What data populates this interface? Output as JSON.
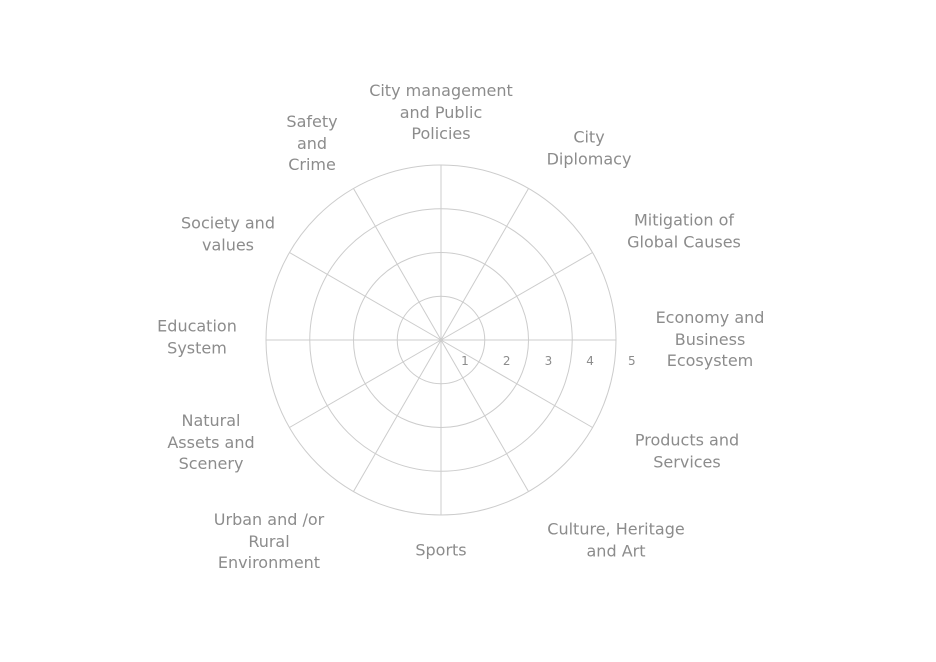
{
  "chart_data": {
    "type": "radar",
    "title": "",
    "categories": [
      "City management\nand Public\nPolicies",
      "City\nDiplomacy",
      "Mitigation of\nGlobal Causes",
      "Economy and\nBusiness\nEcosystem",
      "Products and\nServices",
      "Culture, Heritage\nand Art",
      "Sports",
      "Urban and /or\nRural\nEnvironment",
      "Natural\nAssets and\nScenery",
      "Education\nSystem",
      "Society and\nvalues",
      "Safety\nand\nCrime"
    ],
    "radial_ticks": [
      "1",
      "2",
      "3",
      "4",
      "5"
    ],
    "rings": 4,
    "series": [],
    "colors": {
      "grid": "#cccccc",
      "text": "#8c8c8c"
    }
  }
}
